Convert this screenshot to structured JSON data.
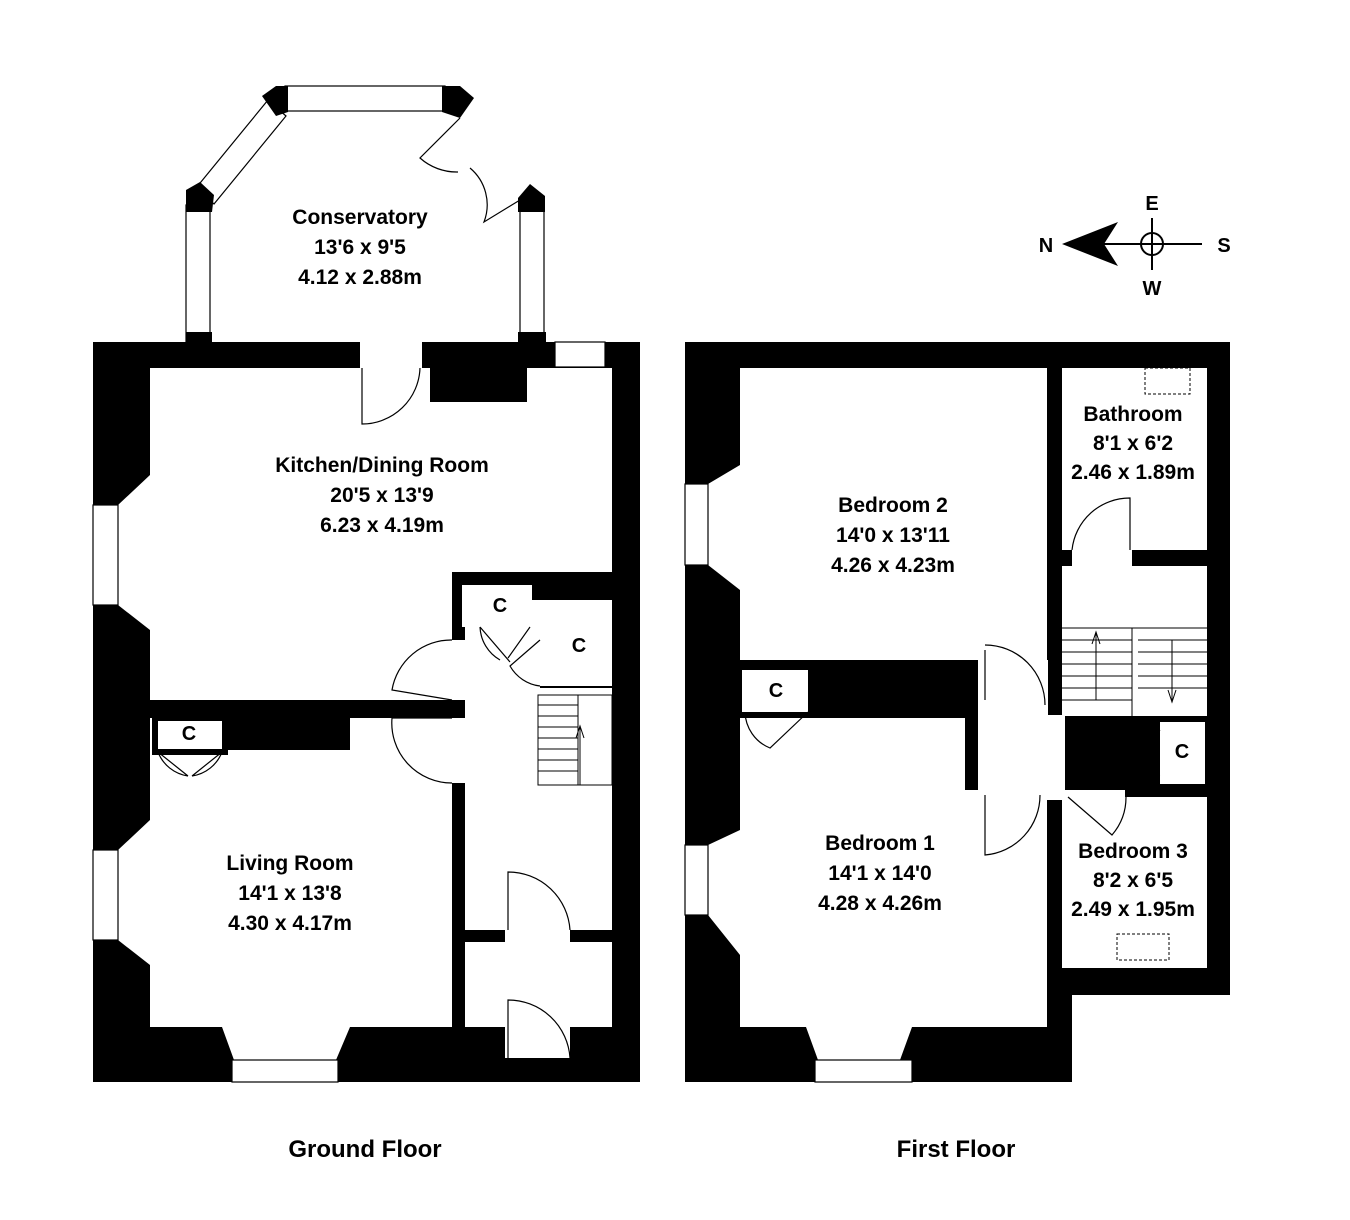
{
  "ground_floor": {
    "title": "Ground Floor",
    "rooms": [
      {
        "name": "Conservatory",
        "imperial": "13'6 x 9'5",
        "metric": "4.12 x 2.88m"
      },
      {
        "name": "Kitchen/Dining Room",
        "imperial": "20'5 x 13'9",
        "metric": "6.23 x 4.19m"
      },
      {
        "name": "Living Room",
        "imperial": "14'1 x 13'8",
        "metric": "4.30 x 4.17m"
      }
    ],
    "cupboards": [
      "C",
      "C",
      "C"
    ]
  },
  "first_floor": {
    "title": "First Floor",
    "rooms": [
      {
        "name": "Bedroom 2",
        "imperial": "14'0 x 13'11",
        "metric": "4.26 x 4.23m"
      },
      {
        "name": "Bathroom",
        "imperial": "8'1 x 6'2",
        "metric": "2.46 x 1.89m"
      },
      {
        "name": "Bedroom 1",
        "imperial": "14'1 x 14'0",
        "metric": "4.28 x 4.26m"
      },
      {
        "name": "Bedroom 3",
        "imperial": "8'2 x 6'5",
        "metric": "2.49 x 1.95m"
      }
    ],
    "cupboards": [
      "C",
      "C"
    ]
  },
  "compass": {
    "north": "N",
    "east": "E",
    "south": "S",
    "west": "W"
  }
}
